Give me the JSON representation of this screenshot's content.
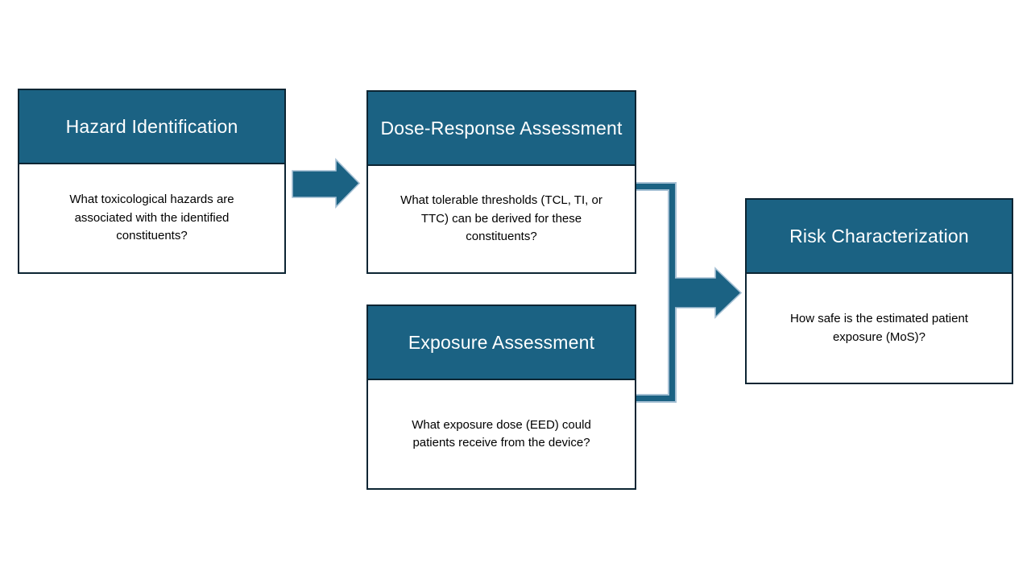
{
  "boxes": [
    {
      "id": "hazard-identification",
      "title": "Hazard Identification",
      "body": "What toxicological hazards are associated with the identified constituents?"
    },
    {
      "id": "dose-response-assessment",
      "title": "Dose-Response Assessment",
      "body": "What tolerable thresholds (TCL, TI, or TTC) can be derived for these constituents?"
    },
    {
      "id": "exposure-assessment",
      "title": "Exposure Assessment",
      "body": "What exposure dose (EED) could patients receive from the device?"
    },
    {
      "id": "risk-characterization",
      "title": "Risk Characterization",
      "body": "How safe is the estimated patient exposure (MoS)?"
    }
  ],
  "connectors": [
    {
      "type": "block-arrow-right",
      "from": "hazard-identification",
      "to": "dose-response-assessment"
    },
    {
      "type": "merge-bracket",
      "from": "dose-response-assessment",
      "to": "risk-characterization"
    },
    {
      "type": "merge-bracket",
      "from": "exposure-assessment",
      "to": "risk-characterization"
    },
    {
      "type": "block-arrow-right",
      "from": "merge-bracket",
      "to": "risk-characterization"
    }
  ],
  "colors": {
    "header_fill": "#1B6283",
    "box_border": "#0C2533",
    "arrow_fill": "#1B6283",
    "arrow_outline": "#A5C0D4",
    "header_text": "#FFFFFF",
    "body_text": "#000000",
    "background": "#FFFFFF"
  }
}
